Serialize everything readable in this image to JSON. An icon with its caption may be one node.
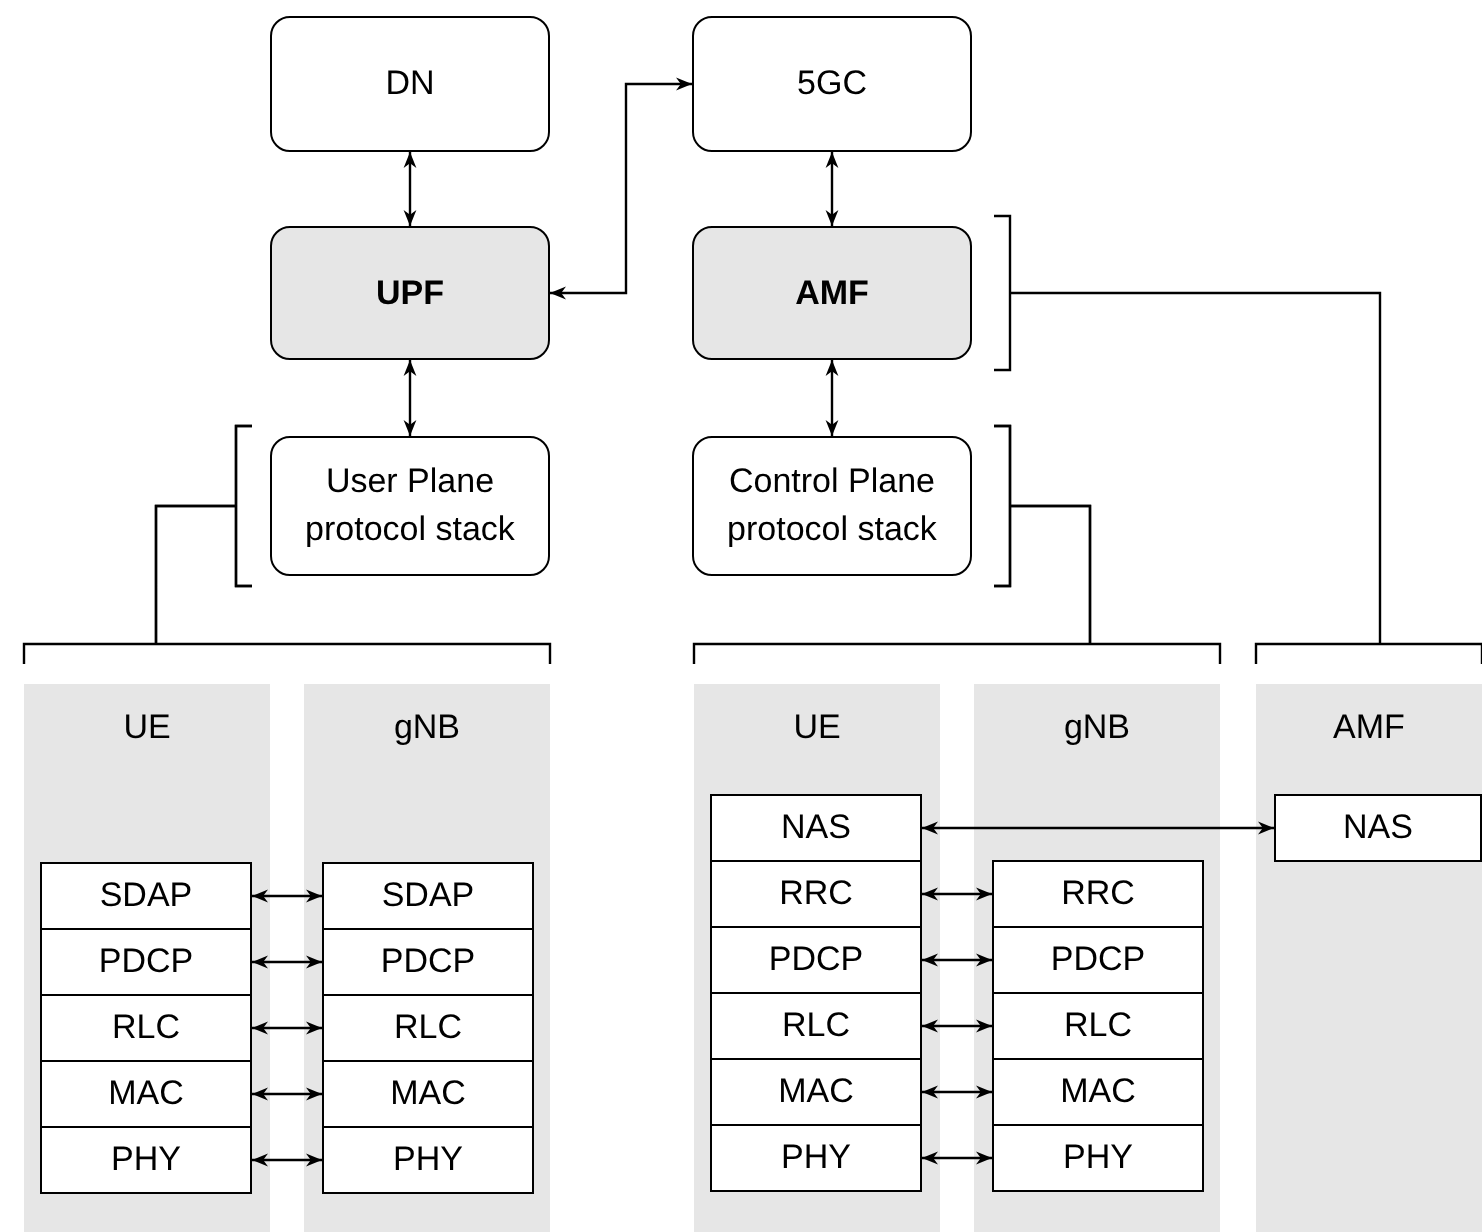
{
  "diagram": {
    "nodes": [
      {
        "text": [
          "DN"
        ]
      },
      {
        "text": [
          "5GC"
        ]
      },
      {
        "text": [
          "UPF"
        ]
      },
      {
        "text": [
          "AMF"
        ]
      },
      {
        "text": [
          "User Plane protocol stack"
        ]
      },
      {
        "text": [
          "Control Plane protocol stack"
        ]
      },
      {
        "text": [
          "UE"
        ]
      },
      {
        "text": [
          "gNB"
        ]
      },
      {
        "text": [
          "UE"
        ]
      },
      {
        "text": [
          "gNB"
        ]
      },
      {
        "text": [
          "AMF"
        ]
      },
      {
        "text": [
          "SDAP"
        ],
        "in": 6
      },
      {
        "text": [
          "PDCP"
        ],
        "in": 6
      },
      {
        "text": [
          "RLC"
        ],
        "in": 6
      },
      {
        "text": [
          "MAC"
        ],
        "in": 6
      },
      {
        "text": [
          "PHY"
        ],
        "in": 6
      },
      {
        "text": [
          "SDAP"
        ],
        "in": 7
      },
      {
        "text": [
          "PDCP"
        ],
        "in": 7
      },
      {
        "text": [
          "RLC"
        ],
        "in": 7
      },
      {
        "text": [
          "MAC"
        ],
        "in": 7
      },
      {
        "text": [
          "PHY"
        ],
        "in": 7
      },
      {
        "text": [
          "NAS"
        ],
        "in": 8
      },
      {
        "text": [
          "RRC"
        ],
        "in": 8
      },
      {
        "text": [
          "PDCP"
        ],
        "in": 8
      },
      {
        "text": [
          "RLC"
        ],
        "in": 8
      },
      {
        "text": [
          "MAC"
        ],
        "in": 8
      },
      {
        "text": [
          "PHY"
        ],
        "in": 8
      },
      {
        "text": [
          "RRC"
        ],
        "in": 9
      },
      {
        "text": [
          "PDCP"
        ],
        "in": 9
      },
      {
        "text": [
          "RLC"
        ],
        "in": 9
      },
      {
        "text": [
          "MAC"
        ],
        "in": 9
      },
      {
        "text": [
          "PHY"
        ],
        "in": 9
      },
      {
        "text": [
          "NAS"
        ],
        "in": 10
      }
    ],
    "edges": [
      {
        "from": 0,
        "to": 2,
        "arrow": "both"
      },
      {
        "from": 1,
        "to": 2,
        "arrow": "both"
      },
      {
        "from": 1,
        "to": 3,
        "arrow": "both"
      },
      {
        "from": 2,
        "to": 4,
        "arrow": "both"
      },
      {
        "from": 3,
        "to": 5,
        "arrow": "both"
      },
      {
        "from": 4,
        "to": 6,
        "arrow": "none"
      },
      {
        "from": 4,
        "to": 7,
        "arrow": "none"
      },
      {
        "from": 5,
        "to": 8,
        "arrow": "none"
      },
      {
        "from": 5,
        "to": 9,
        "arrow": "none"
      },
      {
        "from": 3,
        "to": 10,
        "arrow": "none"
      },
      {
        "from": 11,
        "to": 16,
        "arrow": "both"
      },
      {
        "from": 12,
        "to": 17,
        "arrow": "both"
      },
      {
        "from": 13,
        "to": 18,
        "arrow": "both"
      },
      {
        "from": 14,
        "to": 19,
        "arrow": "both"
      },
      {
        "from": 15,
        "to": 20,
        "arrow": "both"
      },
      {
        "from": 21,
        "to": 32,
        "arrow": "both"
      },
      {
        "from": 22,
        "to": 27,
        "arrow": "both"
      },
      {
        "from": 23,
        "to": 28,
        "arrow": "both"
      },
      {
        "from": 24,
        "to": 29,
        "arrow": "both"
      },
      {
        "from": 25,
        "to": 30,
        "arrow": "both"
      },
      {
        "from": 26,
        "to": 31,
        "arrow": "both"
      }
    ]
  }
}
